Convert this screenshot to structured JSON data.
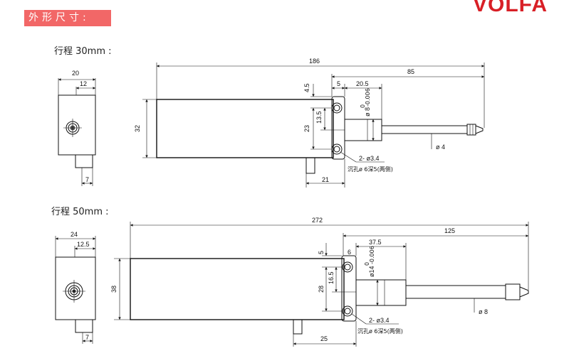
{
  "header": {
    "label": "外形尺寸:",
    "brand": "VOLFA",
    "accent_color": "#f26767",
    "brand_color": "#d81f26"
  },
  "sections": [
    {
      "title": "行程 30mm :",
      "dims": {
        "total": "186",
        "right": "85",
        "side_w": "20",
        "side_inner": "12",
        "side_tab": "7",
        "height": "32",
        "top_off": "4.5",
        "flange_w": "5",
        "rod_off": "20.5",
        "hole_off": "13.5",
        "hole_span": "23",
        "bottom": "21",
        "dia_main": "ø 8",
        "tol_upper": "0",
        "tol_lower": "-0.006",
        "rod_dia": "ø 4",
        "holes": "2- ø3.4",
        "counterbore": "沉孔ø 6深5(两侧)"
      }
    },
    {
      "title": "行程 50mm :",
      "dims": {
        "total": "272",
        "right": "125",
        "side_w": "24",
        "side_inner": "12.5",
        "side_tab": "7",
        "height": "38",
        "top_off": "5",
        "flange_w": "6",
        "rod_off": "37.5",
        "hole_off": "16.5",
        "hole_span": "28",
        "bottom": "25",
        "dia_main": "ø14",
        "tol_upper": "0",
        "tol_lower": "-0.006",
        "rod_dia": "ø 8",
        "holes": "2- ø3.4",
        "counterbore": "沉孔ø 6深5(两侧)"
      }
    }
  ]
}
